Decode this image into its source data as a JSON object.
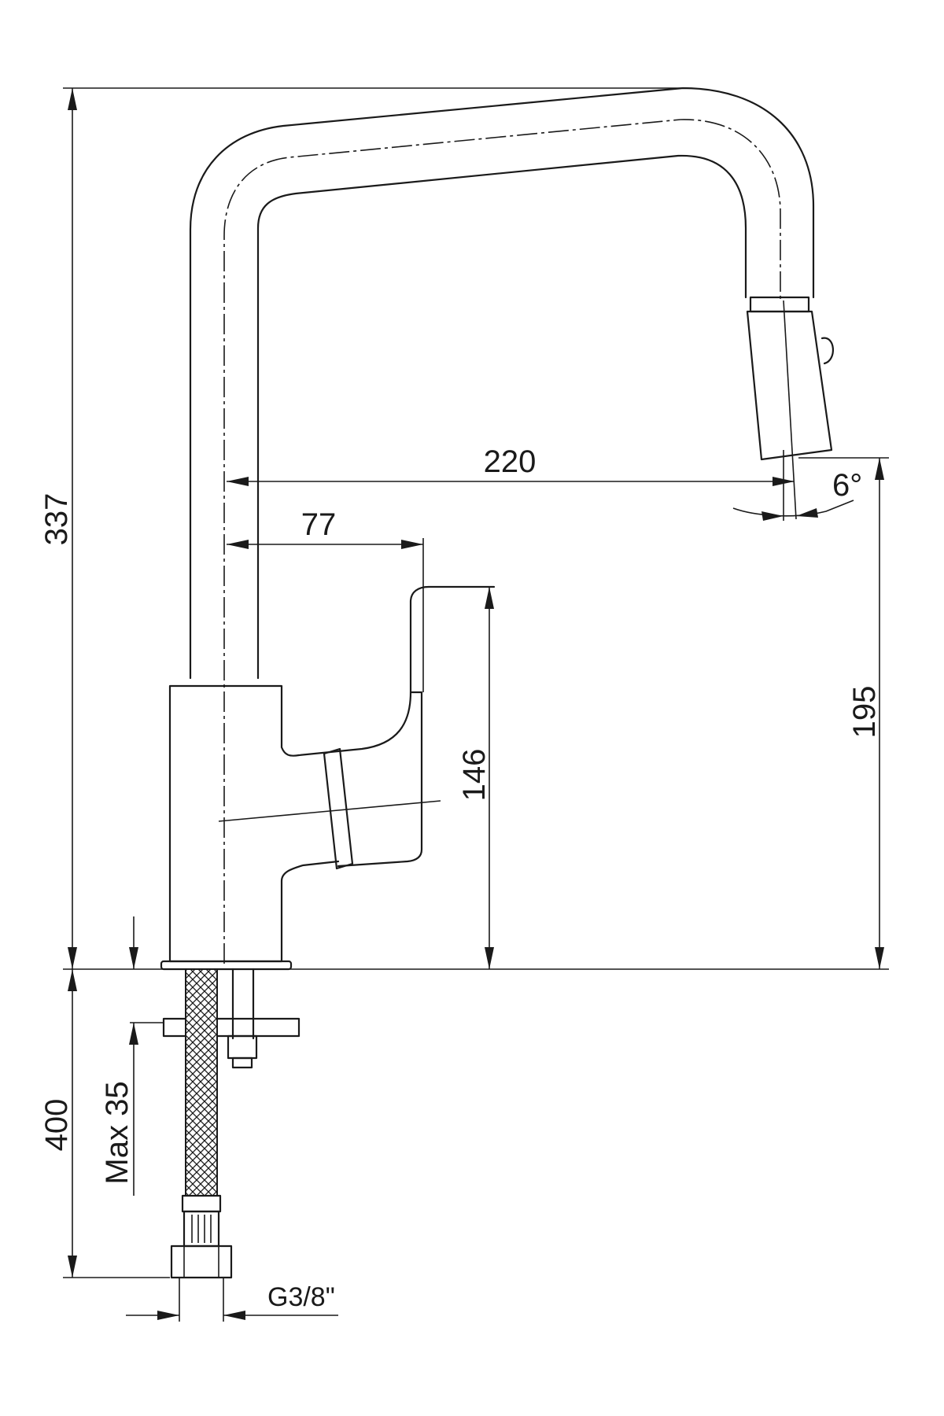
{
  "dimensions": {
    "overall_height": "337",
    "spout_reach": "220",
    "lever_offset": "77",
    "lever_height": "146",
    "outlet_height": "195",
    "spray_angle": "6°",
    "hose_length": "400",
    "max_deck_thickness": "Max 35",
    "connection_thread": "G3/8\""
  },
  "colors": {
    "line": "#1a1a1a",
    "background": "#ffffff"
  }
}
